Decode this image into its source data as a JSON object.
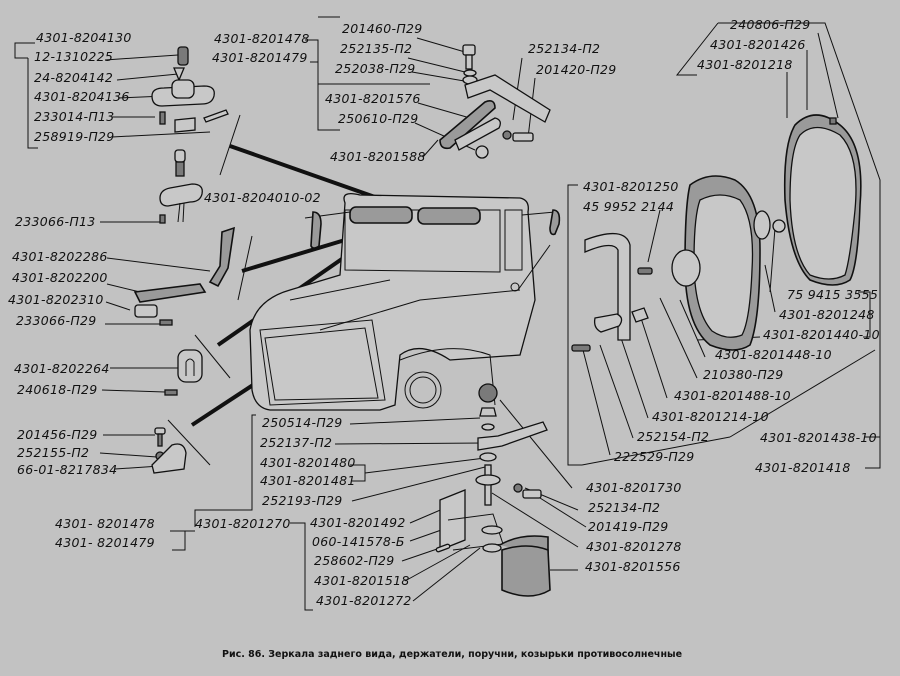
{
  "caption": "Рис. 86. Зеркала заднего вида, держатели, поручни, козырьки противосолнечные",
  "labels": {
    "l_8204130": "4301-8204130",
    "l_1310225": "12-1310225",
    "l_8204142": "24-8204142",
    "l_8204136": "4301-8204136",
    "l_233014": "233014-П13",
    "l_258919": "258919-П29",
    "l_8204010": "4301-8204010-02",
    "l_233066_13": "233066-П13",
    "l_8202286": "4301-8202286",
    "l_8202200": "4301-8202200",
    "l_8202310": "4301-8202310",
    "l_233066_29": "233066-П29",
    "l_8202264": "4301-8202264",
    "l_240618": "240618-П29",
    "l_201456": "201456-П29",
    "l_252155": "252155-П2",
    "l_8217834": "66-01-8217834",
    "l_8201478_top": "4301-8201478",
    "l_8201479_top": "4301-8201479",
    "l_201460": "201460-П29",
    "l_252135": "252135-П2",
    "l_252038": "252038-П29",
    "l_8201576": "4301-8201576",
    "l_250610": "250610-П29",
    "l_8201588": "4301-8201588",
    "l_252134_top": "252134-П2",
    "l_201420": "201420-П29",
    "l_240806": "240806-П29",
    "l_8201426": "4301-8201426",
    "l_8201218": "4301-8201218",
    "l_8201250": "4301-8201250",
    "l_4599522144": "45 9952 2144",
    "l_7594153555": "75 9415 3555",
    "l_8201248": "4301-8201248",
    "l_8201440": "4301-8201440-10",
    "l_8201448": "4301-8201448-10",
    "l_210380": "210380-П29",
    "l_8201488": "4301-8201488-10",
    "l_8201214": "4301-8201214-10",
    "l_252154": "252154-П2",
    "l_222529": "222529-П29",
    "l_8201438": "4301-8201438-10",
    "l_8201418": "4301-8201418",
    "l_250514": "250514-П29",
    "l_252137": "252137-П2",
    "l_8201480": "4301-8201480",
    "l_8201481": "4301-8201481",
    "l_252193": "252193-П29",
    "l_8201478_bot": "4301- 8201478",
    "l_8201479_bot": "4301- 8201479",
    "l_8201270": "4301-8201270",
    "l_8201492": "4301-8201492",
    "l_141578": "060-141578-Б",
    "l_258602": "258602-П29",
    "l_8201518": "4301-8201518",
    "l_8201272": "4301-8201272",
    "l_8201730": "4301-8201730",
    "l_252134_bot": "252134-П2",
    "l_201419": "201419-П29",
    "l_8201278": "4301-8201278",
    "l_8201556": "4301-8201556"
  }
}
